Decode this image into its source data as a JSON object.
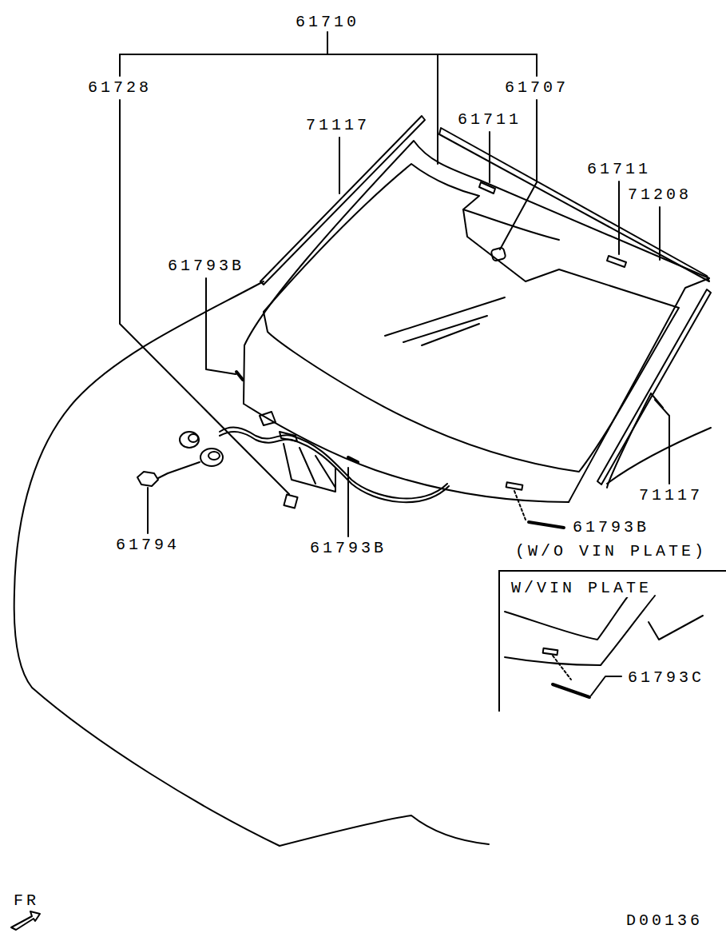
{
  "diagram": {
    "nodes": [
      {
        "text": [
          "W/VIN PLATE",
          "61793C"
        ]
      }
    ],
    "edges": [],
    "labels": [
      "61710",
      "61728",
      "61707",
      "71117",
      "61711",
      "61711",
      "71208",
      "61793B",
      "71117",
      "61794",
      "61793B",
      "61793B",
      "(W/O VIN PLATE)",
      "FR",
      "D00136"
    ]
  }
}
